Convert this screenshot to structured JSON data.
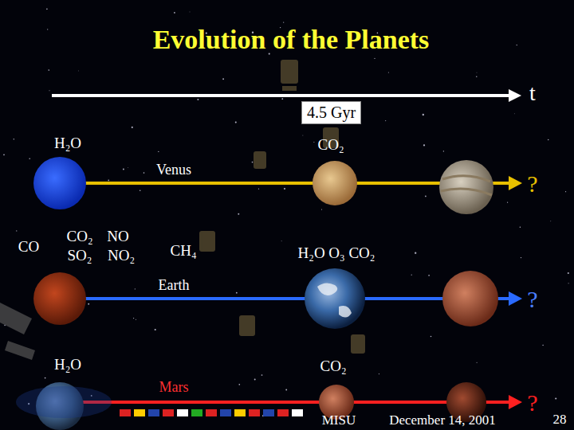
{
  "diagram": {
    "title": "Evolution of the Planets",
    "nodes": [
      {
        "text": [
          "4.5 Gyr"
        ]
      }
    ],
    "labels": [
      "t",
      "H₂O",
      "CO₂",
      "Venus",
      "?",
      "CO",
      "CO₂",
      "SO₂",
      "NO",
      "NO₂",
      "CH₄",
      "H₂O O₃ CO₂",
      "Earth",
      "?",
      "H₂O",
      "CO₂",
      "Mars",
      "MISU",
      "December 14, 2001",
      "?",
      "28"
    ]
  }
}
